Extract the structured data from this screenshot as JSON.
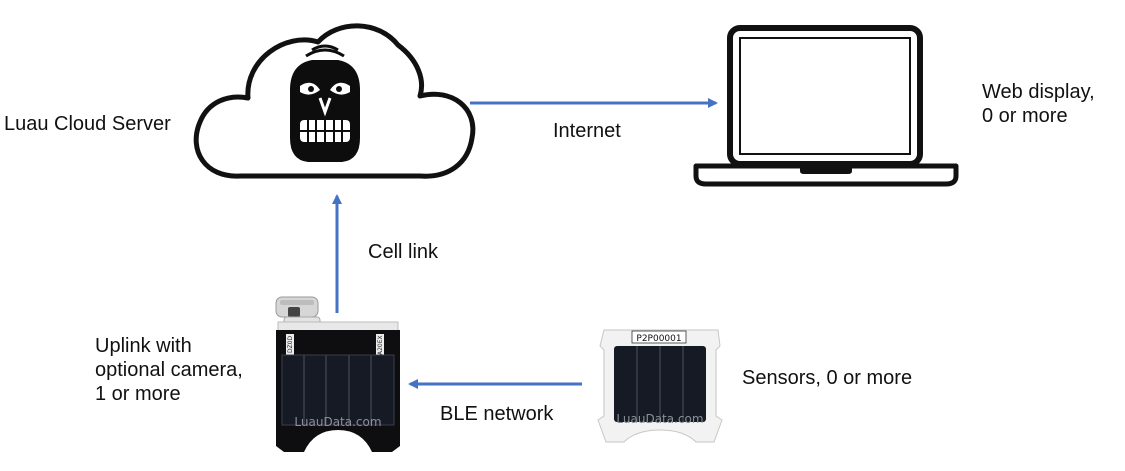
{
  "labels": {
    "cloud_server": "Luau Cloud Server",
    "internet": "Internet",
    "web_display_line1": "Web display,",
    "web_display_line2": "0 or more",
    "cell_link": "Cell link",
    "uplink_line1": "Uplink with",
    "uplink_line2": "optional camera,",
    "uplink_line3": "1 or more",
    "ble_network": "BLE network",
    "sensors": "Sensors, 0 or more"
  },
  "devices": {
    "sensor_id": "P2P00001",
    "uplink_brand": "LuauData.com",
    "sensor_brand": "LuauData.com",
    "uplink_tag_left": "DZ0D",
    "uplink_tag_right": "A20EX"
  },
  "colors": {
    "arrow": "#4472c4",
    "outline": "#111111",
    "panel": "#161a24",
    "panel_line": "#3a3f4c",
    "frame": "#e8e8e8"
  },
  "icons": {
    "cloud": "cloud-icon",
    "logo": "tiki-mask-logo",
    "laptop": "laptop-icon",
    "uplink": "uplink-device-photo",
    "sensor": "sensor-device-photo"
  }
}
